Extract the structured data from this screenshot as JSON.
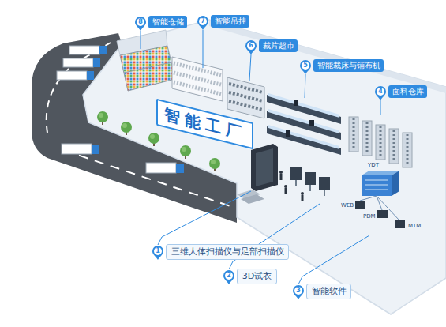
{
  "diagram": {
    "nodes": [
      {
        "text": [
          "智能仓储"
        ]
      },
      {
        "text": [
          "智能吊挂"
        ]
      },
      {
        "text": [
          "裁片超市"
        ]
      },
      {
        "text": [
          "智能裁床与铺布机"
        ]
      },
      {
        "text": [
          "面料仓库"
        ]
      },
      {
        "text": [
          "智能工厂"
        ]
      },
      {
        "text": [
          "三维人体扫描仪与足部扫描仪"
        ]
      },
      {
        "text": [
          "3D试衣"
        ]
      },
      {
        "text": [
          "智能软件"
        ]
      }
    ],
    "labels": [
      "8",
      "7",
      "6",
      "5",
      "4",
      "YDT",
      "WEB",
      "PDM",
      "MTM",
      "1",
      "2",
      "3"
    ]
  }
}
